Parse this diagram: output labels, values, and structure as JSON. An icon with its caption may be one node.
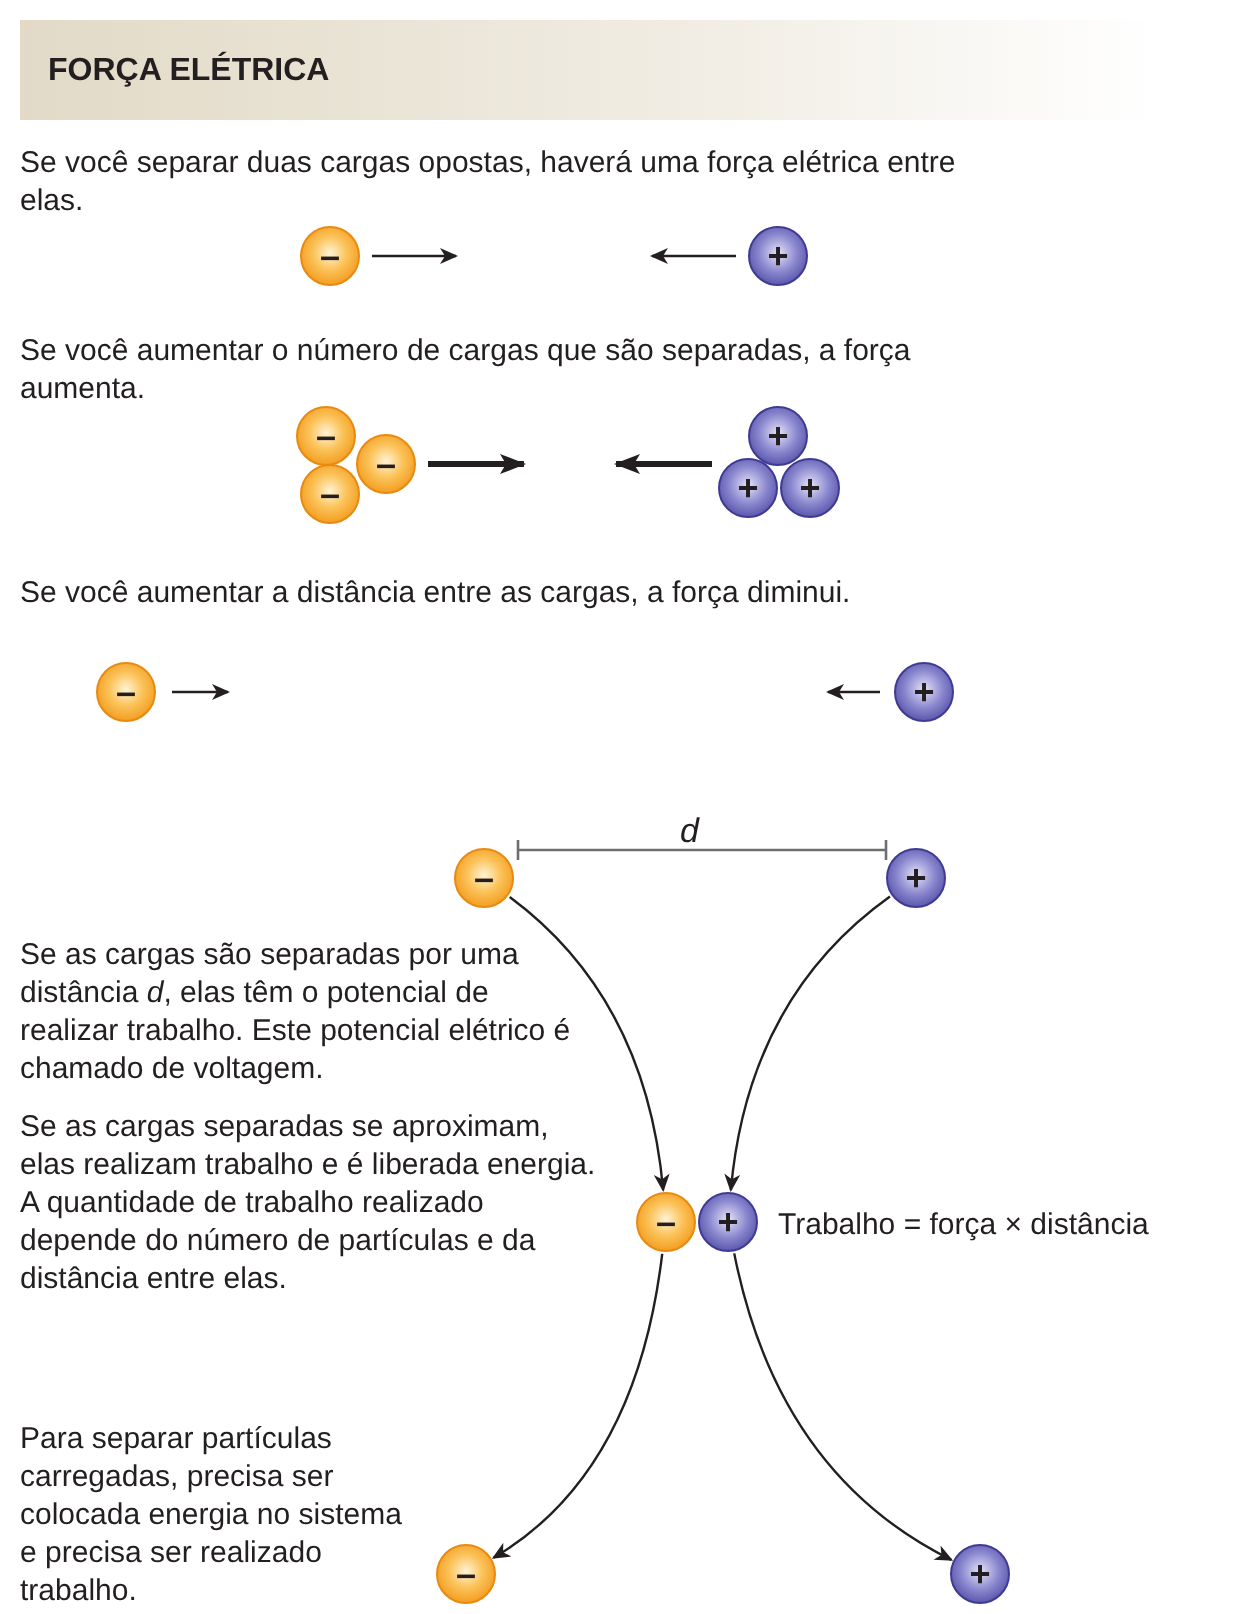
{
  "diagram": {
    "title": "FORÇA ELÉTRICA",
    "nodes": [
      {
        "text": [
          "–"
        ]
      },
      {
        "text": [
          "+"
        ]
      },
      {
        "text": [
          "–"
        ]
      },
      {
        "text": [
          "–"
        ]
      },
      {
        "text": [
          "–"
        ]
      },
      {
        "text": [
          "+"
        ]
      },
      {
        "text": [
          "+"
        ]
      },
      {
        "text": [
          "+"
        ]
      },
      {
        "text": [
          "–"
        ]
      },
      {
        "text": [
          "+"
        ]
      },
      {
        "text": [
          "–"
        ]
      },
      {
        "text": [
          "+"
        ]
      },
      {
        "text": [
          "–"
        ]
      },
      {
        "text": [
          "+"
        ]
      },
      {
        "text": [
          "–"
        ]
      },
      {
        "text": [
          "+"
        ]
      }
    ],
    "edges": [
      {
        "from": 10,
        "to": 12,
        "arrow": "to"
      },
      {
        "from": 11,
        "to": 13,
        "arrow": "to"
      },
      {
        "from": 12,
        "to": 14,
        "arrow": "to"
      },
      {
        "from": 13,
        "to": 15,
        "arrow": "to"
      }
    ],
    "labels": [
      "Se você separar duas cargas opostas, haverá uma força elétrica entre elas.",
      "Se você aumentar o número de cargas que são separadas, a força aumenta.",
      "Se você aumentar a distância entre as cargas, a força diminui.",
      "d",
      "Se as cargas são separadas por uma distância *d*, elas têm o potencial de realizar trabalho. Este potencial elétrico é chamado de voltagem.",
      "Trabalho = força × distância",
      "Se as cargas separadas se aproximam, elas realizam trabalho e é liberada energia. A quantidade de trabalho realizado depende do número de partículas e da distância entre elas.",
      "Para separar partículas carregadas, precisa ser colocada energia no sistema e precisa ser realizado trabalho."
    ]
  }
}
